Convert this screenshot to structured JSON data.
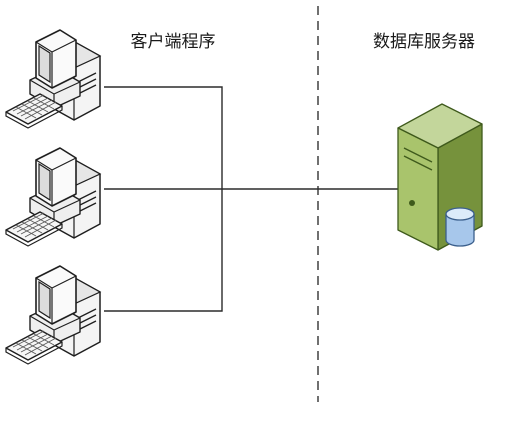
{
  "labels": {
    "client_program": "客户端程序",
    "database_server": "数据库服务器"
  },
  "colors": {
    "line": "#2b2b2b",
    "divider": "#333333",
    "computer_case": "#f2f2f2",
    "computer_outline": "#1f1f1f",
    "server_green": "#9bbb59",
    "server_green_dark": "#76923c",
    "db_blue": "#bcd4ee"
  },
  "nodes": [
    {
      "type": "client-computer",
      "icon": "desktop-computer-icon"
    },
    {
      "type": "client-computer",
      "icon": "desktop-computer-icon"
    },
    {
      "type": "client-computer",
      "icon": "desktop-computer-icon"
    },
    {
      "type": "database-server",
      "icon": "database-server-icon"
    }
  ]
}
